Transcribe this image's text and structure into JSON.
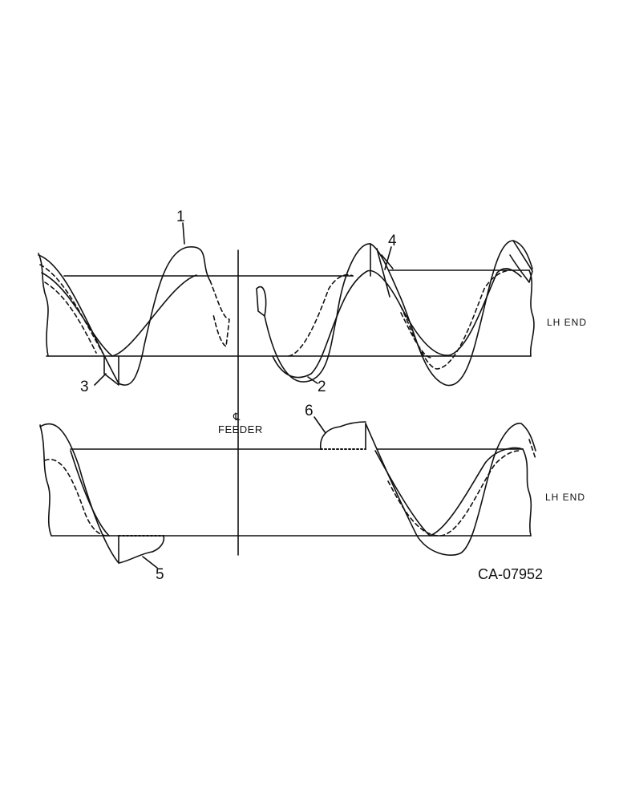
{
  "callouts": [
    "1",
    "2",
    "3",
    "4",
    "5",
    "6"
  ],
  "labels": {
    "lh_end_top": "LH END",
    "lh_end_bottom": "LH END",
    "centerline_symbol": "℄",
    "feeder": "FEEDER",
    "figure_code": "CA-07952"
  }
}
